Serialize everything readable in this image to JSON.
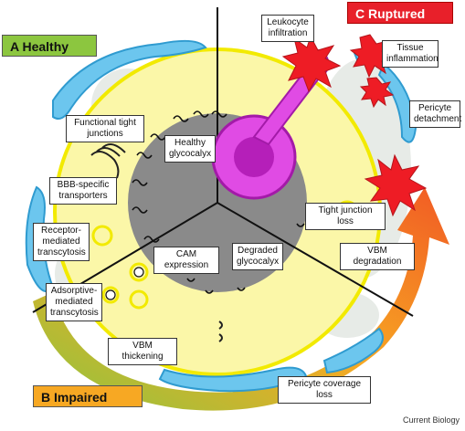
{
  "panels": {
    "healthy": "A  Healthy",
    "impaired": "B  Impaired",
    "ruptured": "C  Ruptured"
  },
  "labels": {
    "functional_tight_junctions": [
      "Functional tight",
      "junctions"
    ],
    "healthy_glycocalyx": [
      "Healthy",
      "glycocalyx"
    ],
    "bbb_transporters": [
      "BBB-specific",
      "transporters"
    ],
    "receptor_transcytosis": [
      "Receptor-",
      "mediated",
      "transcytosis"
    ],
    "adsorptive_transcytosis": [
      "Adsorptive-",
      "mediated",
      "transcytosis"
    ],
    "cam_expression": [
      "CAM",
      "expression"
    ],
    "degraded_glycocalyx": [
      "Degraded",
      "glycocalyx"
    ],
    "vbm_thickening": "VBM thickening",
    "pericyte_coverage_loss": [
      "Pericyte coverage",
      "loss"
    ],
    "leukocyte_infiltration": [
      "Leukocyte",
      "infiltration"
    ],
    "tissue_inflammation": [
      "Tissue",
      "inflammation"
    ],
    "pericyte_detachment": [
      "Pericyte",
      "detachment"
    ],
    "tight_junction_loss": "Tight junction loss",
    "vbm_degradation": "VBM degradation"
  },
  "credit": "Current Biology",
  "colors": {
    "healthy_tag": "#8cc63f",
    "impaired_tag": "#f7a823",
    "ruptured_tag": "#e8202a",
    "wall_yellow": "#fbf7a8",
    "wall_outline": "#f2ea00",
    "lumen": "#8a8a8a",
    "pericyte": "#4fb8e6",
    "leukocyte": "#d21bd6",
    "inflammation": "#ee1c25"
  }
}
